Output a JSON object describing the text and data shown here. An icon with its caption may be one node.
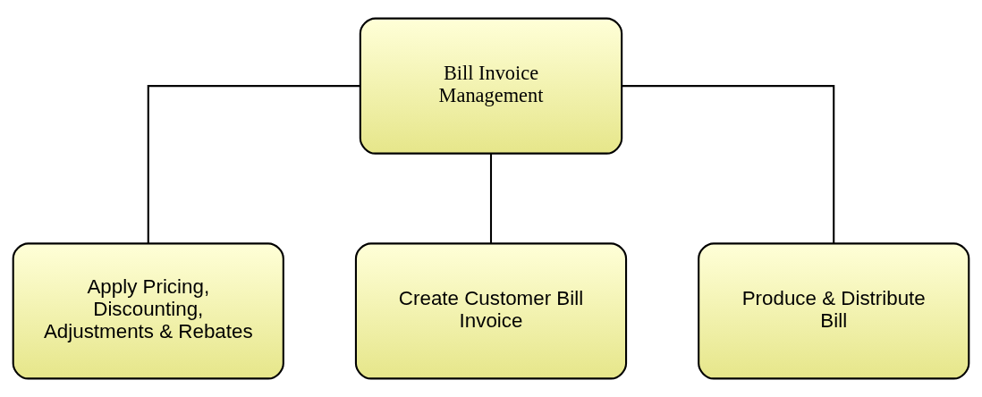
{
  "diagram": {
    "nodes": [
      {
        "text": [
          "Bill Invoice Management"
        ]
      },
      {
        "text": [
          "Apply Pricing, Discounting, Adjustments & Rebates"
        ]
      },
      {
        "text": [
          "Create Customer Bill Invoice"
        ]
      },
      {
        "text": [
          "Produce & Distribute Bill"
        ]
      }
    ],
    "edges": [
      {
        "from": 0,
        "to": 1,
        "arrow": "none"
      },
      {
        "from": 0,
        "to": 2,
        "arrow": "none"
      },
      {
        "from": 0,
        "to": 3,
        "arrow": "none"
      }
    ]
  }
}
